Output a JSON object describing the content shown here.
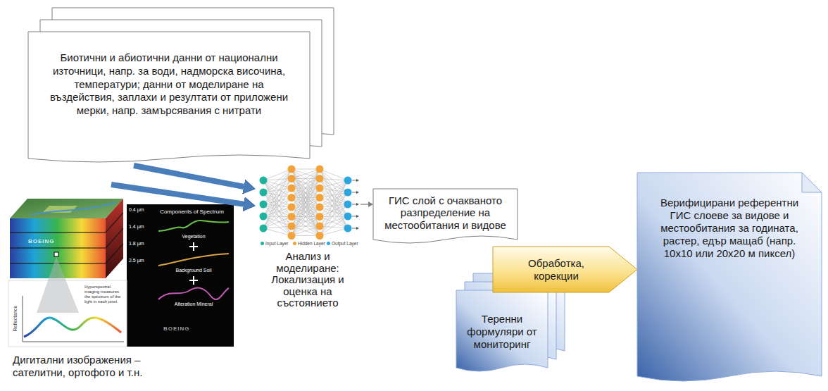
{
  "diagram": {
    "nodes": [
      {
        "text": [
          "Биотични и абиотични данни от национални източници, напр. за води, надморска височина, температури; данни от моделиране на въздействия, заплахи и резултати от приложени мерки, напр. замърсявания с нитрати"
        ]
      },
      {
        "text": [
          "Дигитални изображения – сателитни, ортофото и т.н."
        ]
      },
      {
        "text": [
          "Анализ и моделиране: Локализация и оценка на състоянието"
        ]
      },
      {
        "text": [
          "ГИС слой с очакваното разпределение на местообитания и видове"
        ]
      },
      {
        "text": [
          "Обработка, корекции"
        ]
      },
      {
        "text": [
          "Теренни формуляри от мониторинг"
        ]
      },
      {
        "text": [
          "Верифицирани референтни ГИС слоеве за видове и местообитания за годината, растер, едър мащаб (напр. 10x10 или 20x20 м пиксел)"
        ]
      }
    ],
    "edges": [
      {
        "from": 0,
        "to": 2,
        "arrow": "to"
      },
      {
        "from": 1,
        "to": 2,
        "arrow": "to"
      },
      {
        "from": 2,
        "to": 3,
        "arrow": "to"
      }
    ],
    "labels": [
      "0.4 µm",
      "1.4 µm",
      "1.8 µm",
      "2.5 µm",
      "Components of Spectrum",
      "Vegetation",
      "Background Soil",
      "Alteration Mineral",
      "Hyperspectral imaging measures the spectrum of the light in each pixel.",
      "Reflectance",
      "BOEING",
      "BOEING"
    ],
    "legend": [
      {
        "text": "Input Layer",
        "color": "#1fb39e"
      },
      {
        "text": "Hidden Layer",
        "color": "#f3a23a"
      },
      {
        "text": "Output Layer",
        "color": "#2ba6de"
      }
    ]
  }
}
